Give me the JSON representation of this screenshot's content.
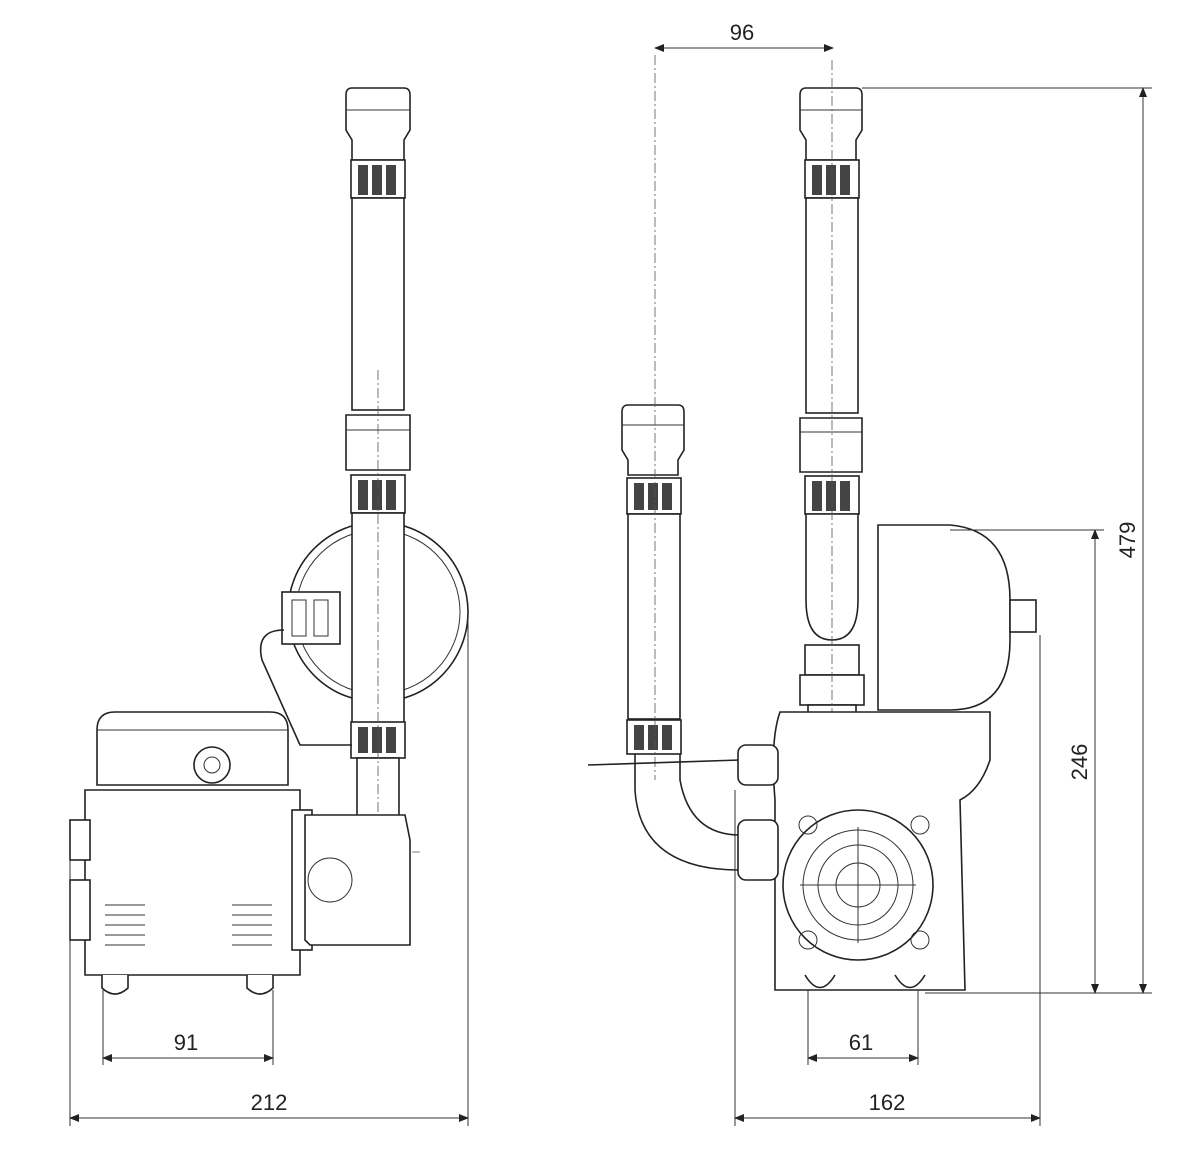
{
  "title": "Pump dimension drawing",
  "views": {
    "side_view": {
      "dimensions": {
        "foot_spacing": "91",
        "overall_width": "212"
      }
    },
    "front_view": {
      "dimensions": {
        "pipe_spacing": "96",
        "overall_height": "479",
        "tank_height": "246",
        "foot_spacing": "61",
        "overall_width": "162"
      }
    }
  }
}
